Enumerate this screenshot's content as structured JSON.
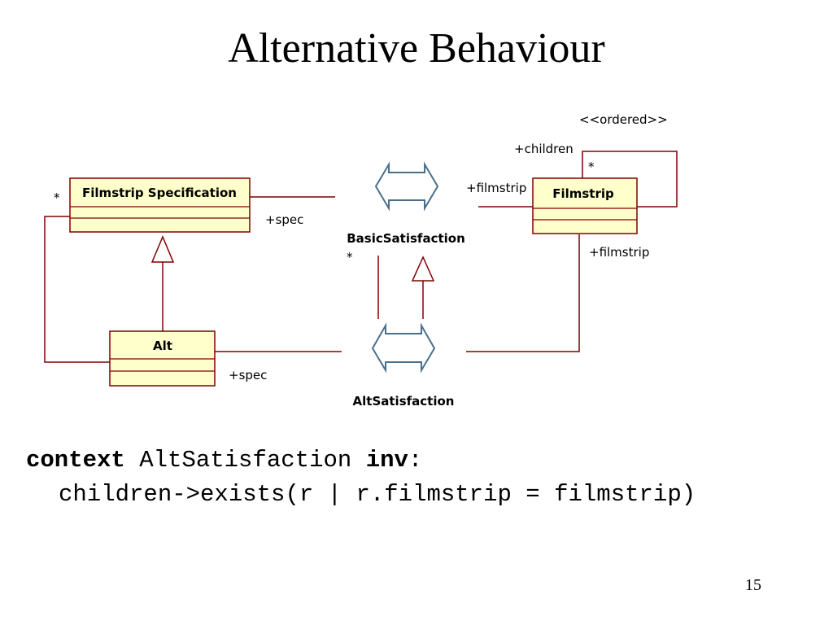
{
  "slide": {
    "title": "Alternative Behaviour",
    "page_number": "15"
  },
  "diagram": {
    "classes": {
      "filmstrip_specification": "Filmstrip Specification",
      "alt": "Alt",
      "filmstrip": "Filmstrip"
    },
    "association_classes": {
      "basic_satisfaction": "BasicSatisfaction",
      "alt_satisfaction": "AltSatisfaction"
    },
    "labels": {
      "ordered": "<<ordered>>",
      "children": "+children",
      "multiplicity_children": "*",
      "filmstrip_role_top": "+filmstrip",
      "filmstrip_role_bottom": "+filmstrip",
      "spec_role_top": "+spec",
      "spec_role_bottom": "+spec",
      "multiplicity_spec": "*",
      "multiplicity_basic": "*"
    },
    "colors": {
      "class_fill": "#ffffcc",
      "line": "#800000",
      "assoc_symbol": "#4a6f8a"
    }
  },
  "constraint": {
    "kw_context": "context",
    "context_name": "AltSatisfaction",
    "kw_inv": "inv",
    "colon": ":",
    "expression": "children->exists(r | r.filmstrip = filmstrip)"
  }
}
